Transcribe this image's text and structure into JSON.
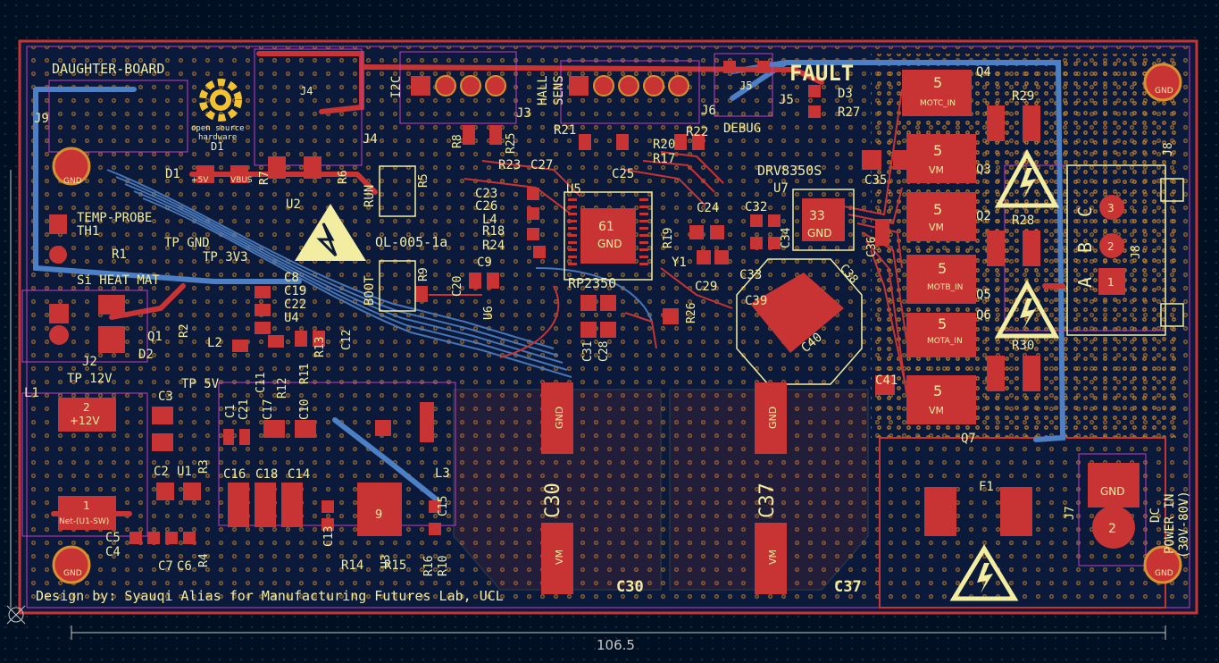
{
  "colors": {
    "background": "#001023",
    "board": "#0b1a3a",
    "copper_front": "#c83434",
    "copper_back": "#4d7fc4",
    "silkscreen": "#f2eda1",
    "pad": "#c83434",
    "via": "#e0a030",
    "courtyard": "#c43fc4",
    "dimension": "#c8c8c8"
  },
  "board": {
    "dimension_label": "106.5",
    "daughter_board_label": "DAUGHTER-BOARD",
    "credit": "Design by: Syauqi Alias for Manufacturing Futures Lab, UCL",
    "version": "OL-005-1a",
    "mcu_label": "RP2350",
    "driver_label": "DRV8350S",
    "fault_label": "FAULT",
    "oshw_text_line1": "open source",
    "oshw_text_line2": "hardware"
  },
  "headers": {
    "i2c": "I2C",
    "hall": "HALL",
    "sens": "SENS",
    "debug": "DEBUG",
    "run": "RUN",
    "boot": "BOOT",
    "temp_probe": "TEMP-PROBE",
    "heat_mat": "Si HEAT MAT",
    "tp_gnd": "TP GND",
    "tp_3v3": "TP 3V3",
    "tp_12v": "TP 12V",
    "tp_5v": "TP 5V",
    "dc_in_line1": "DC",
    "dc_in_line2": "POWER IN",
    "dc_in_line3": "(30V-80V)",
    "phase_a": "A",
    "phase_b": "B",
    "phase_c": "C"
  },
  "refdes": {
    "J9": "J9",
    "J4a": "J4",
    "J4b": "J4",
    "J3": "J3",
    "J6": "J6",
    "J5a": "J5",
    "J5b": "J5",
    "D3": "D3",
    "R27": "R27",
    "Q4": "Q4",
    "R29": "R29",
    "J8a": "J8",
    "J8b": "J8",
    "D1a": "D1",
    "D1b": "D1",
    "U2": "U2",
    "R7": "R7",
    "R6": "R6",
    "R8": "R8",
    "R25": "R25",
    "R21": "R21",
    "R20": "R20",
    "R22": "R22",
    "R17": "R17",
    "C25": "C25",
    "R23": "R23",
    "C27": "C27",
    "R5": "R5",
    "C23": "C23",
    "C26": "C26",
    "L4": "L4",
    "R18": "R18",
    "R24": "R24",
    "U5": "U5",
    "R19": "R19",
    "C24": "C24",
    "C32": "C32",
    "U7": "U7",
    "C34": "C34",
    "Y1": "Y1",
    "C29": "C29",
    "C33": "C33",
    "C35": "C35",
    "Q3": "Q3",
    "C36": "C36",
    "Q2": "Q2",
    "R28": "R28",
    "Q5": "Q5",
    "Q6": "Q6",
    "R30": "R30",
    "C41": "C41",
    "Q7": "Q7",
    "C39": "C39",
    "C40": "C40",
    "C38": "C38",
    "TH1": "TH1",
    "R1": "R1",
    "C8": "C8",
    "C19": "C19",
    "C22": "C22",
    "U4": "U4",
    "R9": "R9",
    "C20": "C20",
    "U6": "U6",
    "R26": "R26",
    "C9": "C9",
    "C31": "C31",
    "C28": "C28",
    "J2": "J2",
    "Q1": "Q1",
    "R2": "R2",
    "D2": "D2",
    "L2": "L2",
    "C11": "C11",
    "C12": "C12",
    "C17": "C17",
    "R12": "R12",
    "R11": "R11",
    "R13": "R13",
    "C10": "C10",
    "C21": "C21",
    "C1": "C1",
    "L1": "L1",
    "C3": "C3",
    "C2": "C2",
    "U1": "U1",
    "R3": "R3",
    "C5": "C5",
    "C4": "C4",
    "C7": "C7",
    "C6": "C6",
    "R4": "R4",
    "C16": "C16",
    "C18": "C18",
    "C14": "C14",
    "C13": "C13",
    "U3": "U3",
    "R14": "R14",
    "R15": "R15",
    "R16": "R16",
    "R10": "R10",
    "C15": "C15",
    "L3": "L3",
    "C30": "C30",
    "C37": "C37",
    "F1": "F1",
    "J7": "J7"
  },
  "pad_labels": {
    "gnd": "GND",
    "vm": "VM",
    "plus12v": "+12V",
    "plus5v": "+5V",
    "vbus": "VBUS",
    "mcu_pad": "61",
    "drv_pad": "33",
    "fet_pad": "5",
    "motc_in": "MOTC_IN",
    "motb_in": "MOTB_IN",
    "mota_in": "MOTA_IN",
    "net_u1_sw": "Net-(U1-SW)",
    "pin1": "1",
    "pin2": "2",
    "pin3": "3",
    "pin9": "9"
  },
  "icons": {
    "oshw": "open-source-hardware-logo-icon",
    "esd": "esd-warning-icon",
    "hv": "high-voltage-warning-icon"
  }
}
